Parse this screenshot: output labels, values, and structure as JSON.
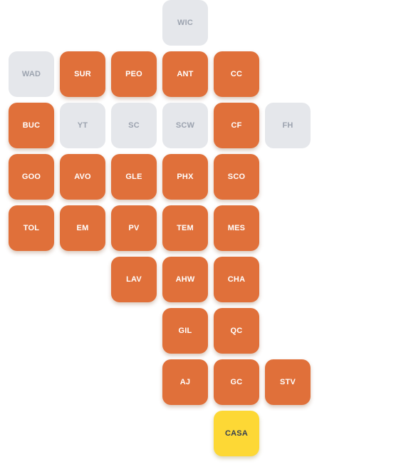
{
  "colors": {
    "active": "#e0703a",
    "inactive": "#e5e7eb",
    "highlight": "#fdd835"
  },
  "tiles": [
    {
      "label": "WIC",
      "status": "inactive",
      "row": 0,
      "col": 3
    },
    {
      "label": "WAD",
      "status": "inactive",
      "row": 1,
      "col": 0
    },
    {
      "label": "SUR",
      "status": "active",
      "row": 1,
      "col": 1
    },
    {
      "label": "PEO",
      "status": "active",
      "row": 1,
      "col": 2
    },
    {
      "label": "ANT",
      "status": "active",
      "row": 1,
      "col": 3
    },
    {
      "label": "CC",
      "status": "active",
      "row": 1,
      "col": 4
    },
    {
      "label": "BUC",
      "status": "active",
      "row": 2,
      "col": 0
    },
    {
      "label": "YT",
      "status": "inactive",
      "row": 2,
      "col": 1
    },
    {
      "label": "SC",
      "status": "inactive",
      "row": 2,
      "col": 2
    },
    {
      "label": "SCW",
      "status": "inactive",
      "row": 2,
      "col": 3
    },
    {
      "label": "CF",
      "status": "active",
      "row": 2,
      "col": 4
    },
    {
      "label": "FH",
      "status": "inactive",
      "row": 2,
      "col": 5
    },
    {
      "label": "GOO",
      "status": "active",
      "row": 3,
      "col": 0
    },
    {
      "label": "AVO",
      "status": "active",
      "row": 3,
      "col": 1
    },
    {
      "label": "GLE",
      "status": "active",
      "row": 3,
      "col": 2
    },
    {
      "label": "PHX",
      "status": "active",
      "row": 3,
      "col": 3
    },
    {
      "label": "SCO",
      "status": "active",
      "row": 3,
      "col": 4
    },
    {
      "label": "TOL",
      "status": "active",
      "row": 4,
      "col": 0
    },
    {
      "label": "EM",
      "status": "active",
      "row": 4,
      "col": 1
    },
    {
      "label": "PV",
      "status": "active",
      "row": 4,
      "col": 2
    },
    {
      "label": "TEM",
      "status": "active",
      "row": 4,
      "col": 3
    },
    {
      "label": "MES",
      "status": "active",
      "row": 4,
      "col": 4
    },
    {
      "label": "LAV",
      "status": "active",
      "row": 5,
      "col": 2
    },
    {
      "label": "AHW",
      "status": "active",
      "row": 5,
      "col": 3
    },
    {
      "label": "CHA",
      "status": "active",
      "row": 5,
      "col": 4
    },
    {
      "label": "GIL",
      "status": "active",
      "row": 6,
      "col": 3
    },
    {
      "label": "QC",
      "status": "active",
      "row": 6,
      "col": 4
    },
    {
      "label": "AJ",
      "status": "active",
      "row": 7,
      "col": 3
    },
    {
      "label": "GC",
      "status": "active",
      "row": 7,
      "col": 4
    },
    {
      "label": "STV",
      "status": "active",
      "row": 7,
      "col": 5
    },
    {
      "label": "CASA",
      "status": "highlight",
      "row": 8,
      "col": 4
    }
  ]
}
